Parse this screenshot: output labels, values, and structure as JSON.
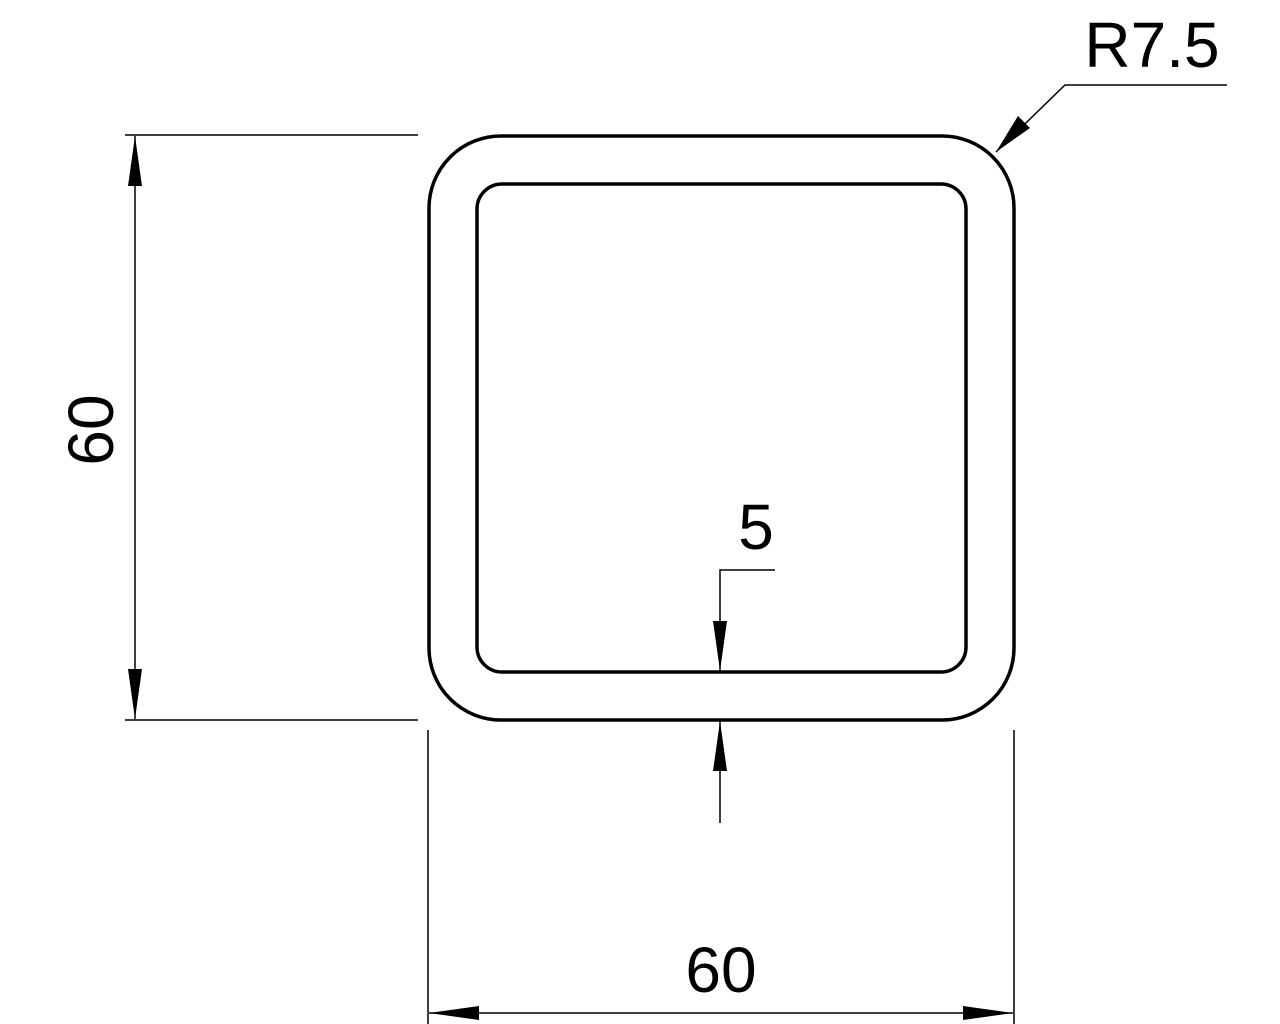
{
  "drawing": {
    "height_dimension": "60",
    "width_dimension": "60",
    "corner_radius_label": "R7.5",
    "wall_thickness": "5",
    "line_color": "#000000",
    "background": "#ffffff"
  }
}
